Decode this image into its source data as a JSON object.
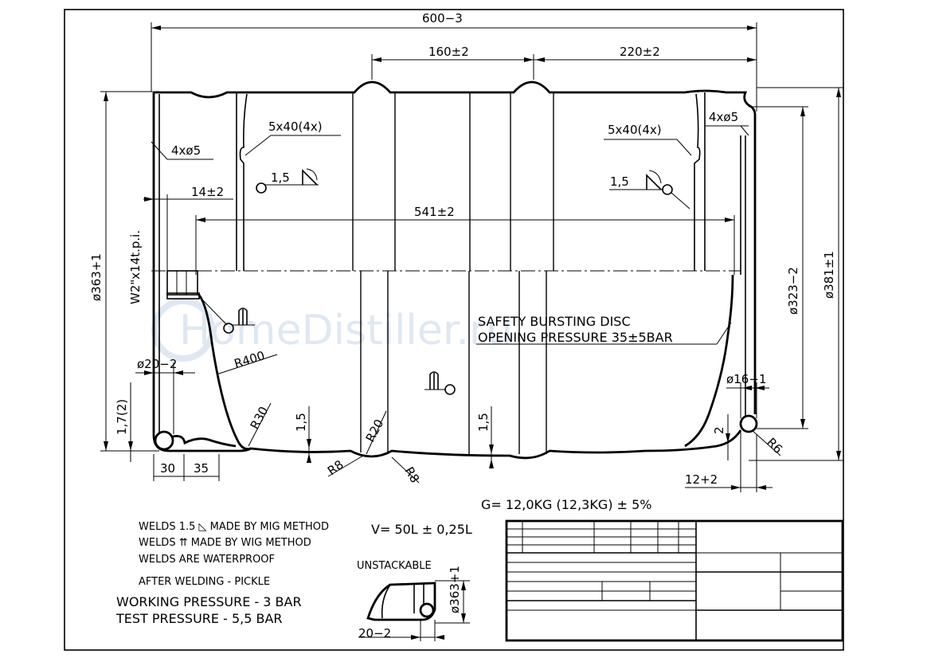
{
  "dimensions": {
    "overall_width": "600−3",
    "span_160": "160±2",
    "span_220": "220±2",
    "inner_541": "541±2",
    "span_14": "14±2",
    "slot_left": "5x40(4x)",
    "slot_right": "5x40(4x)",
    "holes_left": "4xø5",
    "holes_right": "4xø5",
    "dia_363": "ø363+1",
    "dia_381": "ø381±1",
    "dia_323": "ø323−2",
    "dia_20": "ø20−2",
    "dia_16": "ø16−1",
    "thread": "W2\"x14t.p.i.",
    "height_17": "1,7(2)",
    "w_30": "30",
    "w_35": "35",
    "w_12": "12+2",
    "w_20_small": "20−2",
    "dia_363_small": "ø363+1",
    "r400": "R400",
    "r30": "R30",
    "r20": "R20",
    "r8a": "R8",
    "r8b": "R8",
    "r6": "R6",
    "t15a": "1,5",
    "t15b": "1,5",
    "t2": "2",
    "weld_left": "1,5",
    "weld_right": "1,5"
  },
  "annotations": {
    "safety_line1": "SAFETY BURSTING DISC",
    "safety_line2": "OPENING PRESSURE 35±5BAR",
    "weight": "G= 12,0KG (12,3KG) ± 5%",
    "volume": "V= 50L ± 0,25L",
    "unstackable": "UNSTACKABLE"
  },
  "notes": [
    "WELDS 1.5 ◺ MADE BY MIG METHOD",
    "WELDS ⇈ MADE BY WIG METHOD",
    "WELDS ARE WATERPROOF",
    "AFTER WELDING - PICKLE",
    "WORKING PRESSURE - 3 BAR",
    "TEST PRESSURE - 5,5 BAR"
  ],
  "watermark": "HomeDistiller.ru"
}
